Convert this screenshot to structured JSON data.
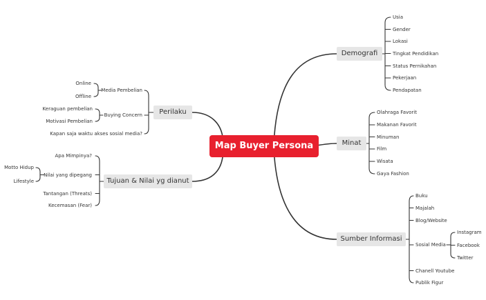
{
  "root": "Map Buyer Persona",
  "branches": {
    "demografi": {
      "label": "Demografi",
      "items": [
        "Usia",
        "Gender",
        "Lokasi",
        "Tingkat Pendidikan",
        "Status Pernikahan",
        "Pekerjaan",
        "Pendapatan"
      ]
    },
    "minat": {
      "label": "Minat",
      "items": [
        "Olahraga Favorit",
        "Makanan Favorit",
        "Minuman",
        "Film",
        "Wisata",
        "Gaya Fashion"
      ]
    },
    "sumber": {
      "label": "Sumber Informasi",
      "items": [
        "Buku",
        "Majalah",
        "Blog/Website",
        "Sosial Media",
        "Chanell Youtube",
        "Publik Figur"
      ],
      "sosial_media_items": [
        "Instagram",
        "Facebook",
        "Twitter"
      ]
    },
    "perilaku": {
      "label": "Perilaku",
      "media_pembelian": "Media Pembelian",
      "media_items": [
        "Online",
        "Offline"
      ],
      "buying_concern": "Buying Concern",
      "concern_items": [
        "Keraguan pembelian",
        "Motivasi Pembelian"
      ],
      "kapan": "Kapan saja waktu akses sosial media?"
    },
    "tujuan": {
      "label": "Tujuan & Nilai yg dianut",
      "apa": "Apa Mimpinya?",
      "nilai": "Nilai yang dipegang",
      "nilai_items": [
        "Motto Hidup",
        "Lifestyle"
      ],
      "tantangan": "Tantangan (Threats)",
      "kecemasan": "Kecemasan (Fear)"
    }
  },
  "colors": {
    "root_bg": "#e8202e",
    "node_bg": "#e6e6e6",
    "line": "#333333"
  }
}
